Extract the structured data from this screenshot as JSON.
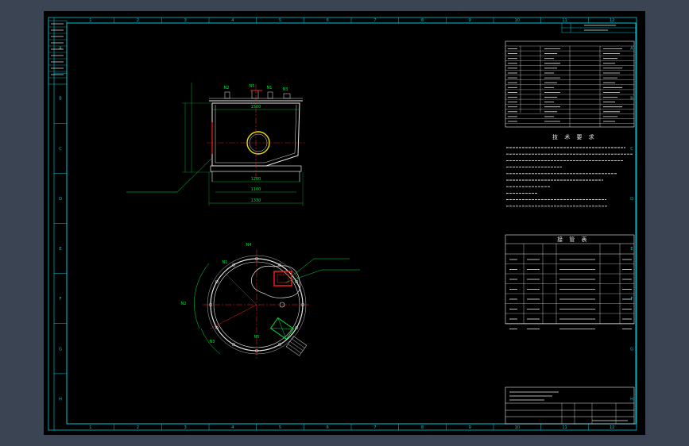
{
  "border": {
    "top_marks": [
      "1",
      "2",
      "3",
      "4",
      "5",
      "6",
      "7",
      "8",
      "9",
      "10",
      "11",
      "12"
    ],
    "side_marks": [
      "A",
      "B",
      "C",
      "D",
      "E",
      "F",
      "G",
      "H"
    ]
  },
  "tech_requirements": {
    "title": "技 术 要 求"
  },
  "nozzle_table": {
    "title": "接 管 表"
  },
  "front_view": {
    "nozzles": [
      "N2",
      "N5",
      "N1",
      "N3"
    ],
    "dims": [
      "1500",
      "1200",
      "1100",
      "1330"
    ]
  },
  "plan_view": {
    "nozzles": [
      "N4",
      "N1",
      "N2",
      "N3",
      "N5"
    ]
  }
}
